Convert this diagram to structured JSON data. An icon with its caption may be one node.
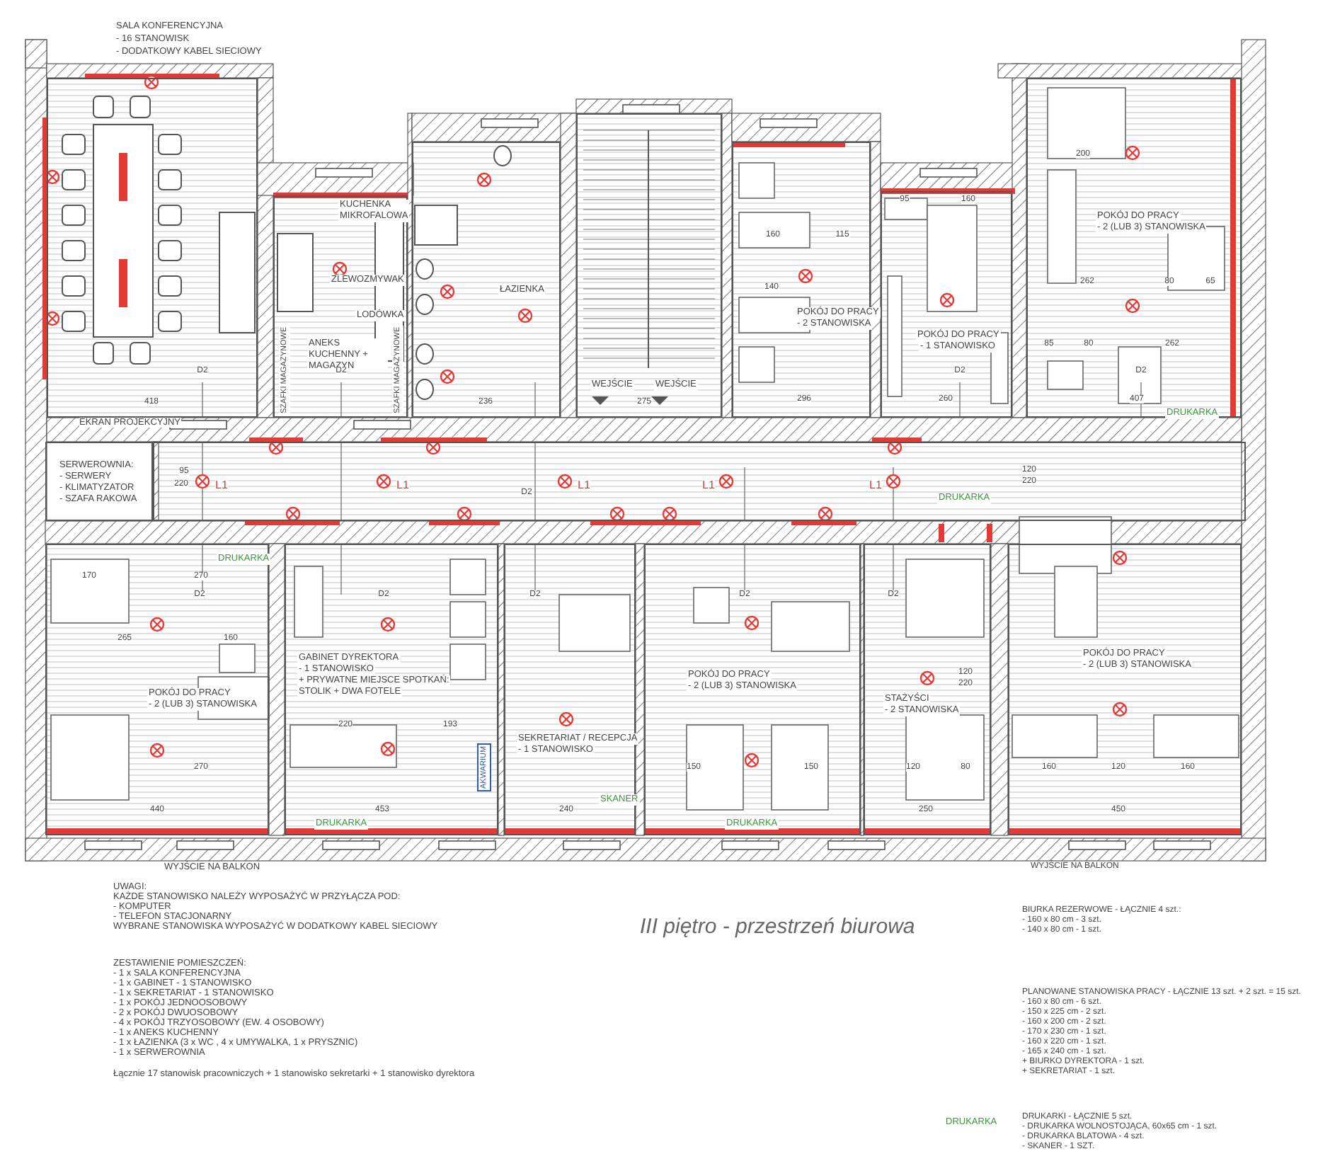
{
  "diagram": {
    "title": "III piętro - przestrzeń biurowa",
    "nodes": [
      {
        "text": [
          "SALA KONFERENCYJNA",
          "- 16 STANOWISK",
          "- DODATKOWY KABEL SIECIOWY"
        ]
      },
      {
        "text": [
          "KUCHENKA MIKROFALOWA",
          "ZLEWOZMYWAK",
          "LODÓWKA",
          "ANEKS KUCHENNY + MAGAZYN",
          "SZAFKI MAGAZYNOWE",
          "SZAFKI MAGAZYNOWE"
        ]
      },
      {
        "text": [
          "ŁAZIENKA"
        ]
      },
      {
        "text": [
          "WEJŚCIE",
          "WEJŚCIE"
        ]
      },
      {
        "text": [
          "POKÓJ DO PRACY",
          "- 2 STANOWISKA"
        ]
      },
      {
        "text": [
          "POKÓJ DO PRACY",
          "- 1 STANOWISKO"
        ]
      },
      {
        "text": [
          "POKÓJ DO PRACY",
          "- 2 (LUB 3) STANOWISKA",
          "DRUKARKA"
        ]
      },
      {
        "text": [
          "SERWEROWNIA:",
          "- SERWERY",
          "- KLIMATYZATOR",
          "- SZAFA RAKOWA"
        ]
      },
      {
        "text": [
          "DRUKARKA"
        ]
      },
      {
        "text": [
          "DRUKARKA",
          "POKÓJ DO PRACY",
          "- 2 (LUB 3) STANOWISKA"
        ]
      },
      {
        "text": [
          "GABINET DYREKTORA",
          "- 1 STANOWISKO",
          "+ PRYWATNE MIEJSCE SPOTKAŃ:",
          "STOLIK + DWA FOTELE",
          "AKWARIUM",
          "DRUKARKA"
        ]
      },
      {
        "text": [
          "SEKRETARIAT / RECEPCJA",
          "- 1 STANOWISKO",
          "SKANER"
        ]
      },
      {
        "text": [
          "POKÓJ DO PRACY",
          "- 2 (LUB 3) STANOWISKA",
          "DRUKARKA"
        ]
      },
      {
        "text": [
          "STAŻYŚCI",
          "- 2 STANOWISKA"
        ]
      },
      {
        "text": [
          "POKÓJ DO PRACY",
          "- 2 (LUB 3) STANOWISKA"
        ]
      }
    ],
    "edges": [],
    "labels": [
      "EKRAN PROJEKCYJNY",
      "418",
      "236",
      "275",
      "296",
      "260",
      "407",
      "160",
      "115",
      "140",
      "95",
      "160",
      "200",
      "262",
      "80",
      "65",
      "85",
      "80",
      "262",
      "95",
      "220",
      "170",
      "270",
      "265",
      "160",
      "270",
      "440",
      "220",
      "193",
      "453",
      "240",
      "120",
      "220",
      "120",
      "220",
      "150",
      "150",
      "120",
      "80",
      "250",
      "160",
      "120",
      "160",
      "450",
      "L1",
      "L1",
      "L1",
      "L1",
      "L1",
      "D2",
      "D2",
      "D2",
      "D2",
      "D2",
      "D2",
      "D2",
      "D2",
      "D2",
      "D2",
      "WYJŚCIE NA BALKON",
      "WYJŚCIE NA BALKON",
      "UWAGI:",
      "KAŻDE STANOWISKO NALEŻY WYPOSAŻYĆ W PRZYŁĄCZA POD:",
      "- KOMPUTER",
      "- TELEFON STACJONARNY",
      "WYBRANE STANOWISKA WYPOSAŻYĆ W DODATKOWY KABEL SIECIOWY",
      "ZESTAWIENIE POMIESZCZEŃ:",
      "- 1 x SALA KONFERENCYJNA",
      "- 1 x GABINET - 1 STANOWISKO",
      "- 1 x SEKRETARIAT - 1 STANOWISKO",
      "- 1 x POKÓJ JEDNOOSOBOWY",
      "- 2 x POKÓJ DWUOSOBOWY",
      "- 4 x POKÓJ TRZYOSOBOWY (EW. 4 OSOBOWY)",
      "- 1 x ANEKS KUCHENNY",
      "- 1 x ŁAZIENKA (3 x WC , 4 x UMYWALKA, 1 x PRYSZNIC)",
      "- 1 x SERWEROWNIA",
      "Łącznie 17 stanowisk pracowniczych + 1 stanowisko sekretarki + 1 stanowisko dyrektora",
      "BIURKA REZERWOWE - ŁĄCZNIE 4 szt.:",
      "- 160 x 80 cm - 3 szt.",
      "- 140 x 80 cm - 1 szt.",
      "PLANOWANE STANOWISKA PRACY - ŁĄCZNIE 13 szt. + 2 szt. = 15 szt.",
      "- 160 x 80 cm - 6 szt.",
      "- 150 x 225 cm - 2 szt.",
      "- 160 x 200 cm - 2 szt.",
      "- 170 x 230 cm - 1 szt.",
      "- 160 x 220 cm - 1 szt.",
      "- 165 x 240 cm - 1 szt.",
      "+ BIURKO DYREKTORA - 1 szt.",
      "+ SEKRETARIAT - 1 szt.",
      "DRUKARKA",
      "DRUKARKI - ŁĄCZNIE 5 szt.",
      "- DRUKARKA WOLNOSTOJĄCA, 60x65 cm - 1 szt.",
      "- DRUKARKA BLATOWA - 4 szt.",
      "- SKANER - 1 SZT."
    ]
  }
}
